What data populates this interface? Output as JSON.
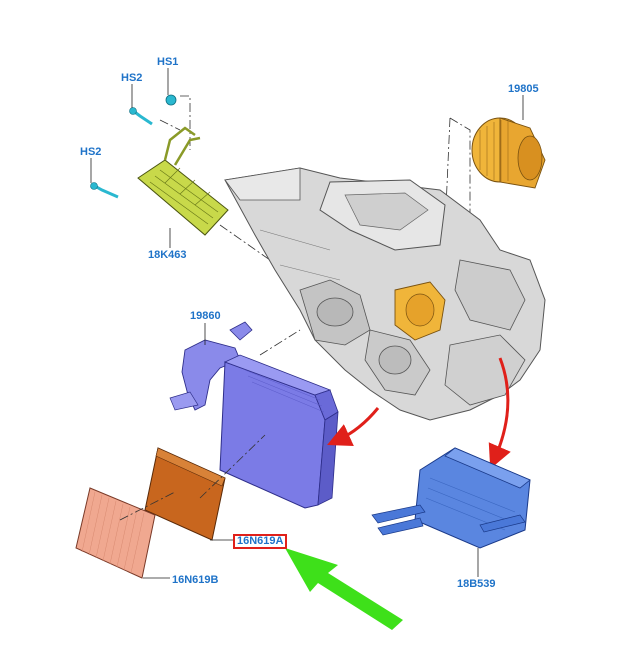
{
  "labels": {
    "hs1": "HS1",
    "hs2_top": "HS2",
    "hs2_left": "HS2",
    "p18k463": "18K463",
    "p19805": "19805",
    "p19860": "19860",
    "p16n619a": "16N619A",
    "p16n619b": "16N619B",
    "p18b539": "18B539"
  },
  "colors": {
    "label_text": "#1f73c8",
    "highlight_box": "#e0201a",
    "callout_arrow": "#e0201a",
    "pointer_arrow": "#3ee01a",
    "housing": "#d9d9d9",
    "resistor": "#c8d94a",
    "blower": "#f0b53a",
    "evaporator": "#7b7be6",
    "heater_core": "#5a86e0",
    "filter_a": "#c8661e",
    "filter_b": "#f0a890",
    "fastener": "#2ab8d0"
  },
  "highlighted_part": "16N619A"
}
